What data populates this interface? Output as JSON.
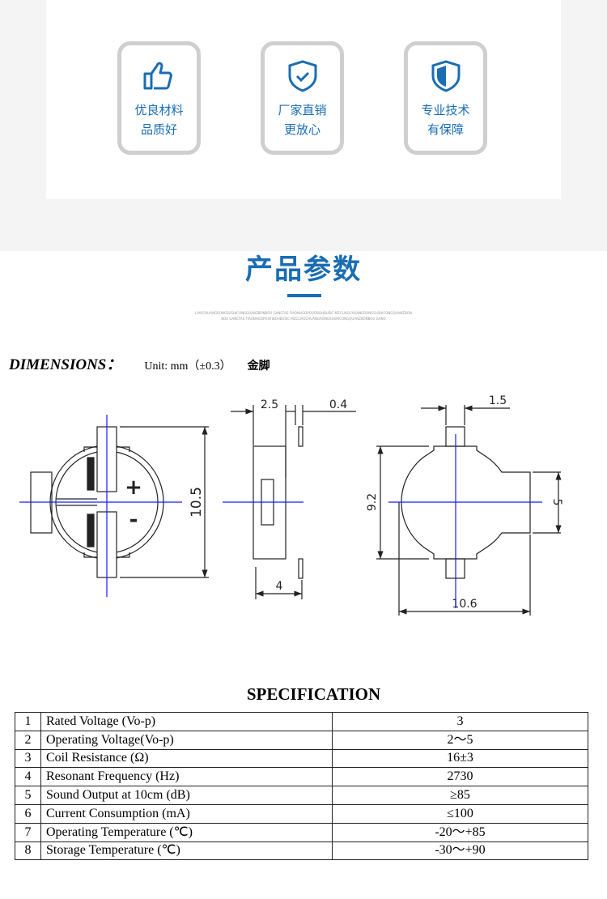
{
  "features": [
    {
      "icon": "thumbs-up-icon",
      "line1": "优良材料",
      "line2": "品质好"
    },
    {
      "icon": "shield-check-icon",
      "line1": "厂家直销",
      "line2": "更放心"
    },
    {
      "icon": "shield-half-icon",
      "line1": "专业技术",
      "line2": "有保障"
    }
  ],
  "section_title": "产品参数",
  "section_subtitle": "LIAOCHUANGRONGSUSHICONGQUANZBONBOU GANCFAS FIAONHGOPOUFIBOHBUSIC MZCLIAOCHUANGRONGSUSHICONGQUANZBONBOU GANCFAS FIAONHGOPOUFIBOHBUSIC MZCLIAOCHUANGRONGSUSHICONGQUANZBONBOU GANO",
  "dimensions": {
    "label": "DIMENSIONS：",
    "unit": "Unit: mm（±0.3）",
    "pin": "金脚"
  },
  "drawing": {
    "front_height": "10.5",
    "side_depth": "2.5",
    "pin_thickness": "0.4",
    "side_width": "4",
    "pin_width": "1.5",
    "back_height": "9.2",
    "tab_height": "5",
    "back_width": "10.6",
    "plus": "+",
    "minus": "-"
  },
  "spec": {
    "title": "SPECIFICATION",
    "rows": [
      {
        "n": "1",
        "param": "Rated Voltage (Vo-p)",
        "value": "3"
      },
      {
        "n": "2",
        "param": "Operating Voltage(Vo-p)",
        "value": "2～5"
      },
      {
        "n": "3",
        "param": "Coil Resistance (Ω)",
        "value": "16±3"
      },
      {
        "n": "4",
        "param": "Resonant Frequency (Hz)",
        "value": "2730"
      },
      {
        "n": "5",
        "param": "Sound Output at 10cm (dB)",
        "value": "≥85"
      },
      {
        "n": "6",
        "param": "Current Consumption (mA)",
        "value": "≤100"
      },
      {
        "n": "7",
        "param": "Operating Temperature (℃)",
        "value": "-20～+85"
      },
      {
        "n": "8",
        "param": "Storage Temperature (℃)",
        "value": "-30～+90"
      }
    ]
  },
  "colors": {
    "brand": "#1a6db3",
    "border": "#cfcfcf",
    "axis": "#1a1aff"
  }
}
